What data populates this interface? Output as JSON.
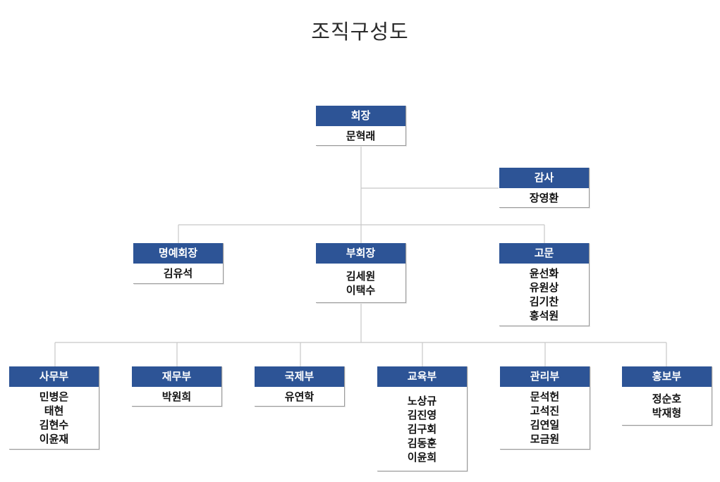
{
  "title": "조직구성도",
  "nodes": {
    "chairman": {
      "role": "회장",
      "members": [
        "문혁래"
      ]
    },
    "auditor": {
      "role": "감사",
      "members": [
        "장영환"
      ]
    },
    "honorary": {
      "role": "명예회장",
      "members": [
        "김유석"
      ]
    },
    "vice": {
      "role": "부회장",
      "members": [
        "김세원",
        "이택수"
      ]
    },
    "advisor": {
      "role": "고문",
      "members": [
        "윤선화",
        "유원상",
        "김기찬",
        "홍석원"
      ]
    },
    "office": {
      "role": "사무부",
      "members": [
        "민병은",
        "태현",
        "김현수",
        "이윤재"
      ]
    },
    "finance": {
      "role": "재무부",
      "members": [
        "박원희"
      ]
    },
    "international": {
      "role": "국제부",
      "members": [
        "유연학"
      ]
    },
    "education": {
      "role": "교육부",
      "members": [
        "노상규",
        "김진영",
        "김구회",
        "김동훈",
        "이윤희"
      ]
    },
    "management": {
      "role": "관리부",
      "members": [
        "문석헌",
        "고석진",
        "김연일",
        "모금원"
      ]
    },
    "pr": {
      "role": "홍보부",
      "members": [
        "정순호",
        "박재형"
      ]
    }
  }
}
